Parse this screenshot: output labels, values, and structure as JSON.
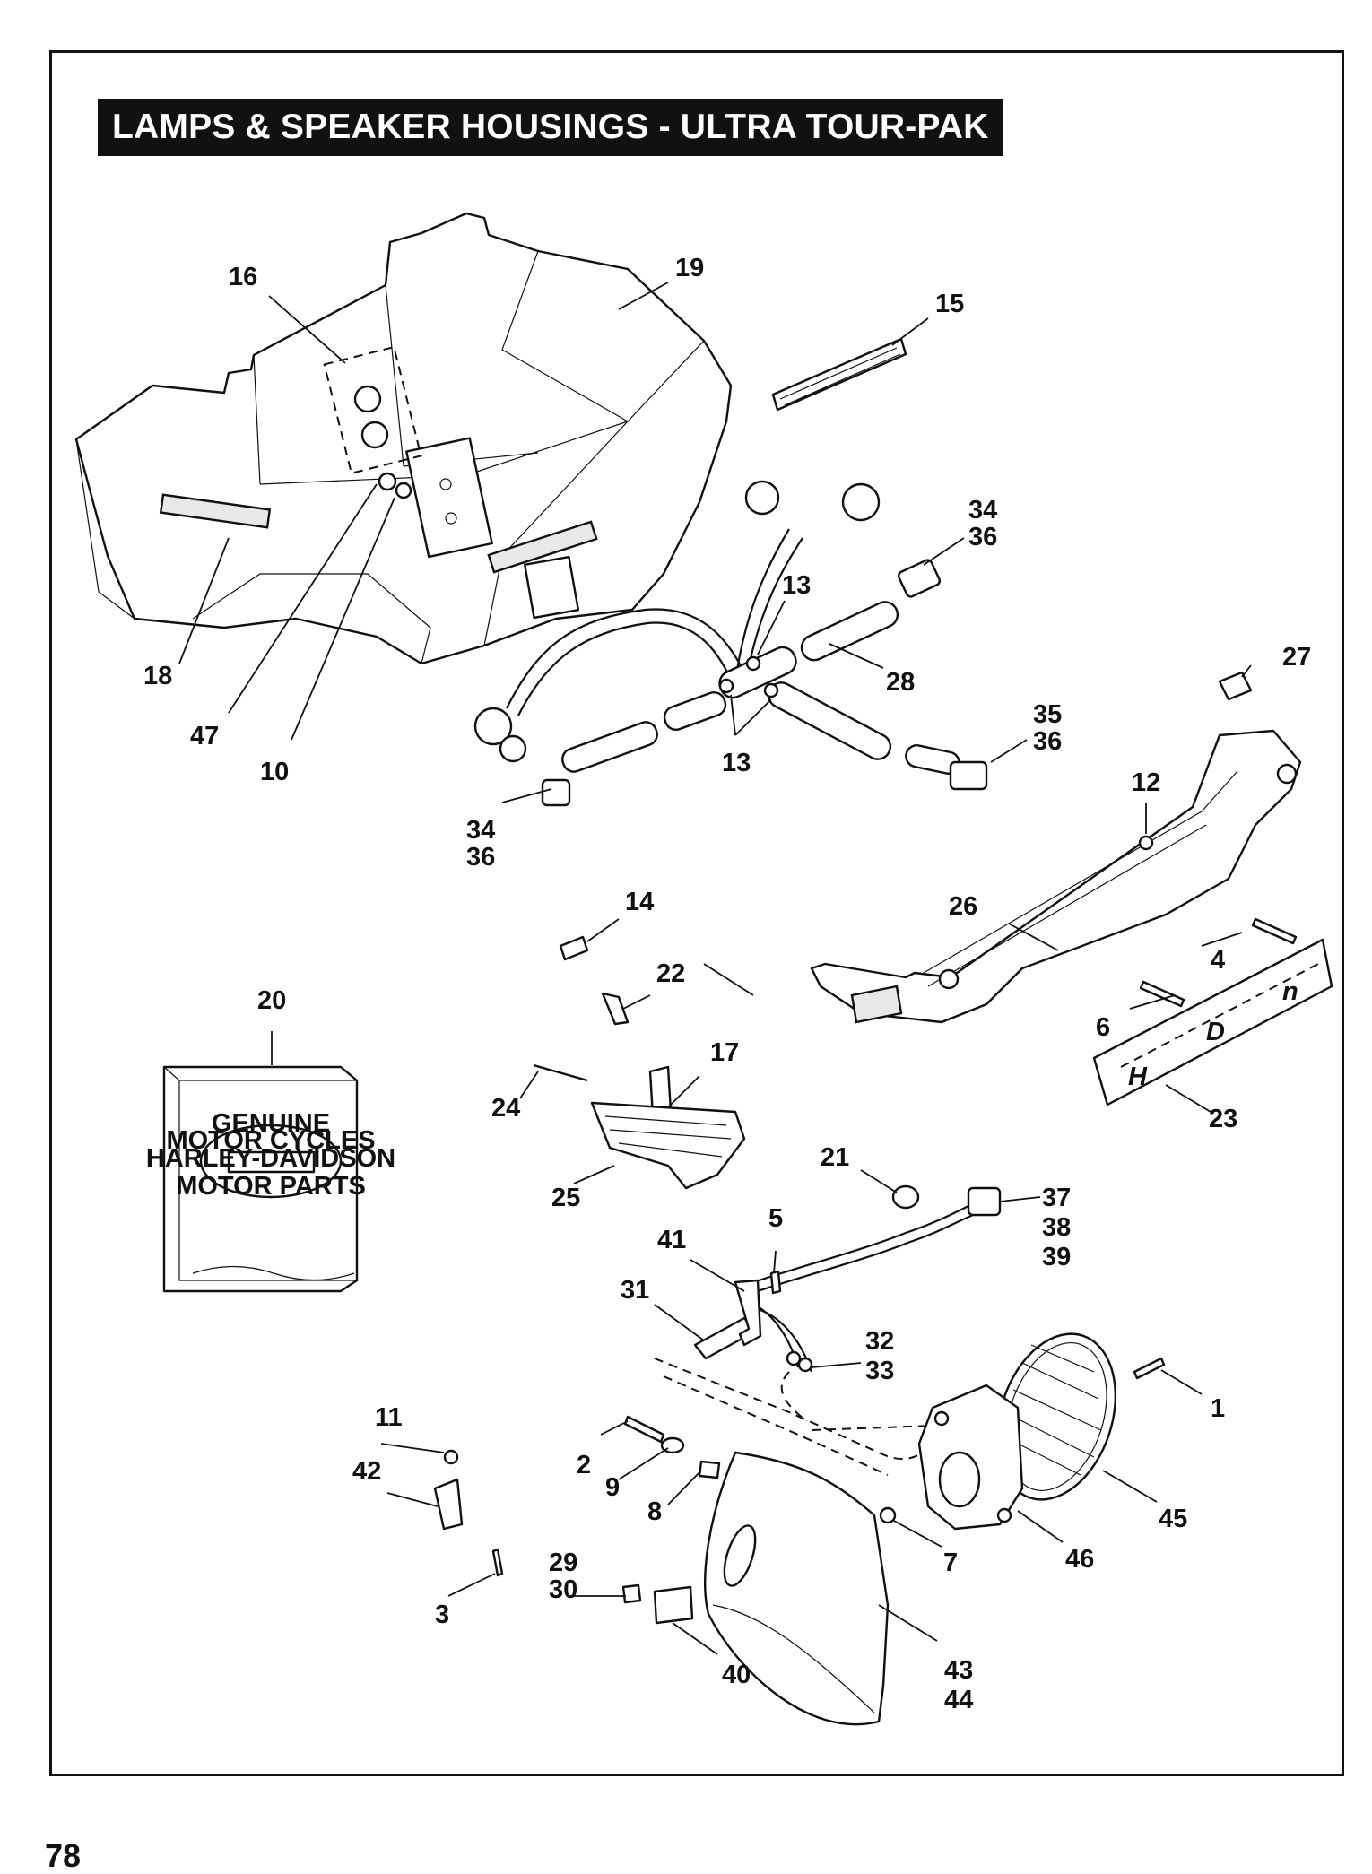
{
  "page": {
    "title": "LAMPS & SPEAKER HOUSINGS - ULTRA TOUR-PAK",
    "page_number": "78"
  },
  "logo": {
    "text_top": "GENUINE",
    "text_middle": "MOTOR CYCLES",
    "text_brand": "HARLEY-DAVIDSON",
    "text_bottom": "MOTOR PARTS"
  },
  "plate_lettering": {
    "h": "H",
    "d": "D",
    "r": "n"
  },
  "callouts": {
    "c1": "1",
    "c2": "2",
    "c3": "3",
    "c4": "4",
    "c5": "5",
    "c6": "6",
    "c7": "7",
    "c8": "8",
    "c9": "9",
    "c10": "10",
    "c11": "11",
    "c12": "12",
    "c13a": "13",
    "c13b": "13",
    "c14": "14",
    "c15": "15",
    "c16": "16",
    "c17": "17",
    "c18": "18",
    "c19": "19",
    "c20": "20",
    "c21": "21",
    "c22": "22",
    "c23": "23",
    "c24": "24",
    "c25": "25",
    "c26": "26",
    "c27": "27",
    "c28": "28",
    "c29": "29",
    "c30": "30",
    "c31": "31",
    "c32": "32",
    "c33": "33",
    "c34a": "34",
    "c36a": "36",
    "c34b": "34",
    "c36b": "36",
    "c35": "35",
    "c36c": "36",
    "c37": "37",
    "c38": "38",
    "c39": "39",
    "c40": "40",
    "c41": "41",
    "c42": "42",
    "c43": "43",
    "c44": "44",
    "c45": "45",
    "c46": "46",
    "c47": "47"
  }
}
